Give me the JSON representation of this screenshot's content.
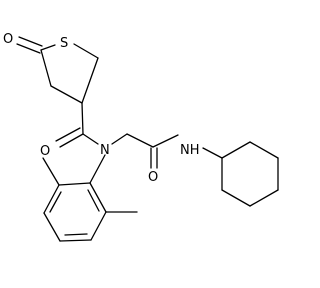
{
  "structure": {
    "atom_labels": {
      "ring_ketone_oxygen": "O",
      "sulfur": "S",
      "amide_oxygen": "O",
      "amide_nitrogen": "N",
      "glycinamide_oxygen": "O",
      "glycinamide_nh": "NH"
    }
  },
  "colors": {
    "bond": "#000000",
    "label": "#000000",
    "background": "#ffffff"
  }
}
